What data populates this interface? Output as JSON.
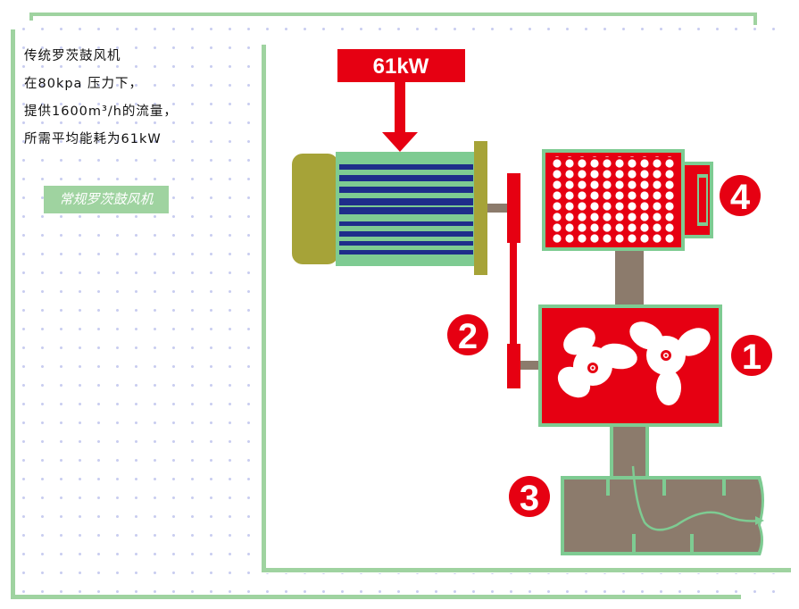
{
  "description": {
    "lines": [
      "传统罗茨鼓风机",
      "在80kpa 压力下，",
      "提供1600m³/h的流量，",
      "所需平均能耗为61kW"
    ],
    "tag": "常规罗茨鼓风机"
  },
  "diagram": {
    "power_label": "61kW",
    "callouts": [
      "1",
      "2",
      "3",
      "4"
    ],
    "colors": {
      "red": "#e60012",
      "green": "#7ecb92",
      "frame_green": "#9fd3a0",
      "olive": "#a6a338",
      "blue": "#1e2d8a",
      "brown": "#8c7b6c",
      "dots": "#c9cdf0"
    }
  }
}
